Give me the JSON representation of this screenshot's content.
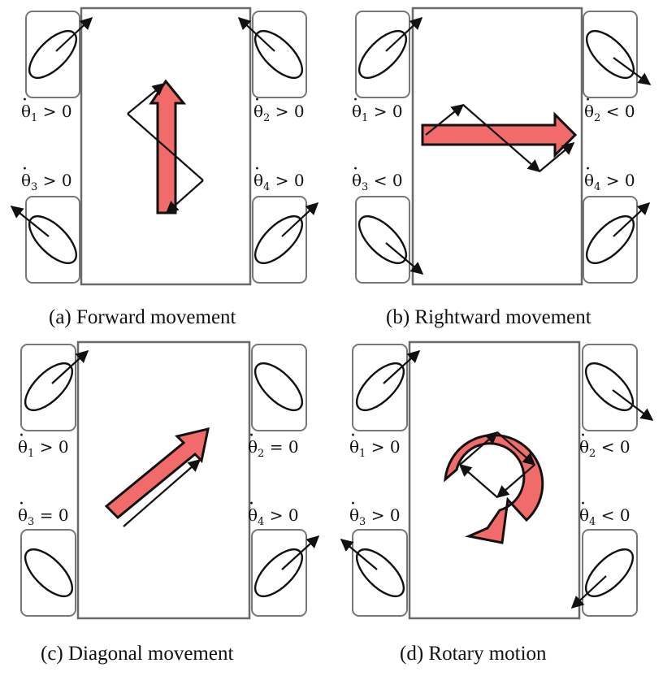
{
  "panels": [
    {
      "id": "a",
      "caption": "(a) Forward movement",
      "labels": [
        {
          "wheel": "1",
          "op": ">",
          "value": "0"
        },
        {
          "wheel": "2",
          "op": ">",
          "value": "0"
        },
        {
          "wheel": "3",
          "op": ">",
          "value": "0"
        },
        {
          "wheel": "4",
          "op": ">",
          "value": "0"
        }
      ]
    },
    {
      "id": "b",
      "caption": "(b) Rightward movement",
      "labels": [
        {
          "wheel": "1",
          "op": ">",
          "value": "0"
        },
        {
          "wheel": "2",
          "op": "<",
          "value": "0"
        },
        {
          "wheel": "3",
          "op": "<",
          "value": "0"
        },
        {
          "wheel": "4",
          "op": ">",
          "value": "0"
        }
      ]
    },
    {
      "id": "c",
      "caption": "(c) Diagonal movement",
      "labels": [
        {
          "wheel": "1",
          "op": ">",
          "value": "0"
        },
        {
          "wheel": "2",
          "op": "=",
          "value": "0"
        },
        {
          "wheel": "3",
          "op": "=",
          "value": "0"
        },
        {
          "wheel": "4",
          "op": ">",
          "value": "0"
        }
      ]
    },
    {
      "id": "d",
      "caption": "(d) Rotary motion",
      "labels": [
        {
          "wheel": "1",
          "op": ">",
          "value": "0"
        },
        {
          "wheel": "2",
          "op": "<",
          "value": "0"
        },
        {
          "wheel": "3",
          "op": ">",
          "value": "0"
        },
        {
          "wheel": "4",
          "op": "<",
          "value": "0"
        }
      ]
    }
  ],
  "symbol": "θ",
  "colors": {
    "arrow_fill": "#f26b6b",
    "outline": "#111111",
    "frame": "#6a6a6a"
  }
}
